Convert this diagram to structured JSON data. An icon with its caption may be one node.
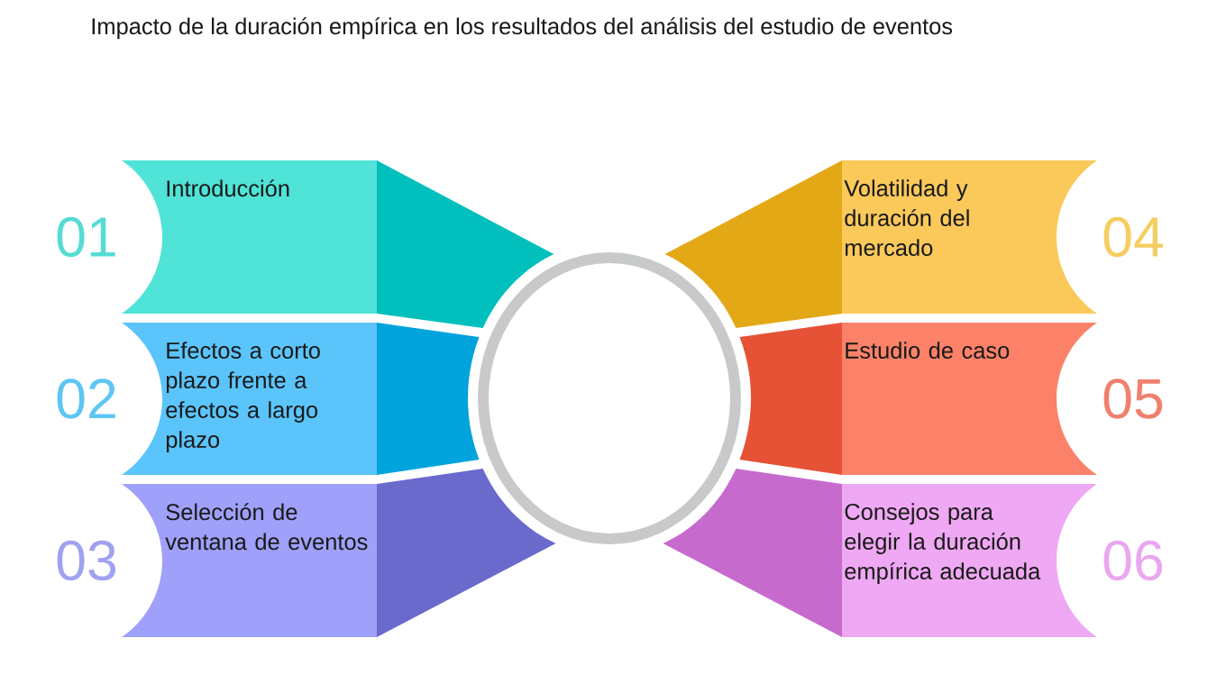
{
  "diagram": {
    "title": "Impacto de la duración empírica en los resultados del análisis del estudio de eventos",
    "nodes": [
      {
        "text": [
          "Introducción"
        ],
        "beside": [
          "01"
        ]
      },
      {
        "text": [
          "Efectos a corto plazo frente a efectos a largo plazo"
        ],
        "beside": [
          "02"
        ]
      },
      {
        "text": [
          "Selección de ventana de eventos"
        ],
        "beside": [
          "03"
        ]
      },
      {
        "text": [
          "Volatilidad y duración del mercado"
        ],
        "beside": [
          "04"
        ]
      },
      {
        "text": [
          "Estudio de caso"
        ],
        "beside": [
          "05"
        ]
      },
      {
        "text": [
          "Consejos para elegir la duración empírica adecuada"
        ],
        "beside": [
          "06"
        ]
      },
      {
        "text": [],
        "shape": "circle"
      }
    ]
  }
}
